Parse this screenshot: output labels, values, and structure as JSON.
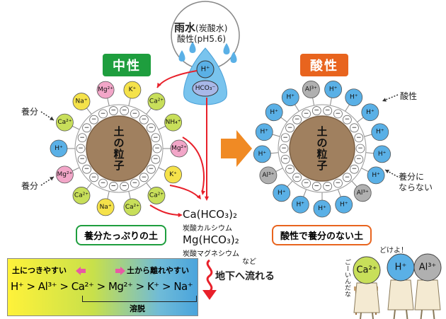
{
  "rain": {
    "title": "雨水",
    "title_paren": "(炭酸水)",
    "subtitle": "酸性(pH5.6)"
  },
  "rain_ions": {
    "h": "H⁺",
    "hco3": "HCO₃⁻"
  },
  "neutral": {
    "tag": "中性",
    "caption": "養分たっぷりの土",
    "particle_text": [
      "土",
      "の",
      "粒",
      "子"
    ]
  },
  "acidic": {
    "tag": "酸性",
    "caption": "酸性で養分のない土",
    "particle_text": [
      "土",
      "の",
      "粒",
      "子"
    ]
  },
  "neutral_ions": [
    "K⁺",
    "Ca²⁺",
    "NH₄⁺",
    "Mg²⁺",
    "K⁺",
    "Ca²⁺",
    "Ca²⁺",
    "Na⁺",
    "Ca²⁺",
    "Mg²⁺",
    "H⁺",
    "Ca²⁺",
    "Na⁺",
    "Mg²⁺"
  ],
  "acidic_ions": [
    "H⁺",
    "H⁺",
    "H⁺",
    "H⁺",
    "H⁺",
    "H⁺",
    "Al³⁺",
    "H⁺",
    "H⁺",
    "H⁺",
    "H⁺",
    "Al³⁺",
    "H⁺",
    "H⁺",
    "H⁺",
    "H⁺",
    "Al³⁺"
  ],
  "neutral_labels": {
    "nutrient1": "養分",
    "nutrient2": "養分"
  },
  "acidic_labels": {
    "acid": "酸性",
    "not_nutrient": "養分に\nならない"
  },
  "products": [
    {
      "formula": "Ca(HCO₃)₂",
      "name": "炭酸カルシウム"
    },
    {
      "formula": "Mg(HCO₃)₂",
      "name": "炭酸マグネシウム"
    }
  ],
  "products_etc": "など",
  "underground": "地下へ流れる",
  "series": {
    "left_label": "土につきやすい",
    "right_label": "土から離れやすい",
    "order": "H⁺ > Al³⁺ > Ca²⁺ > Mg²⁺ > K⁺ > Na⁺",
    "bracket_label": "溶脱"
  },
  "cartoon": {
    "ca": "Ca²⁺",
    "h": "H⁺",
    "al": "Al³⁺",
    "speech_h": "どけよ！",
    "speech_ca": "ごーいんだな"
  },
  "colors": {
    "neutral_tag": "#1e9e3e",
    "acidic_tag": "#e8641e",
    "soil": "#a0805f",
    "ion_h": "#5ab0e6",
    "ion_ca": "#c8df5a",
    "ion_mg": "#f2a6c8",
    "ion_k": "#f5e24a",
    "ion_al": "#b0b0b0",
    "arrow_red": "#e8202a",
    "arrow_orange": "#f08a24"
  }
}
